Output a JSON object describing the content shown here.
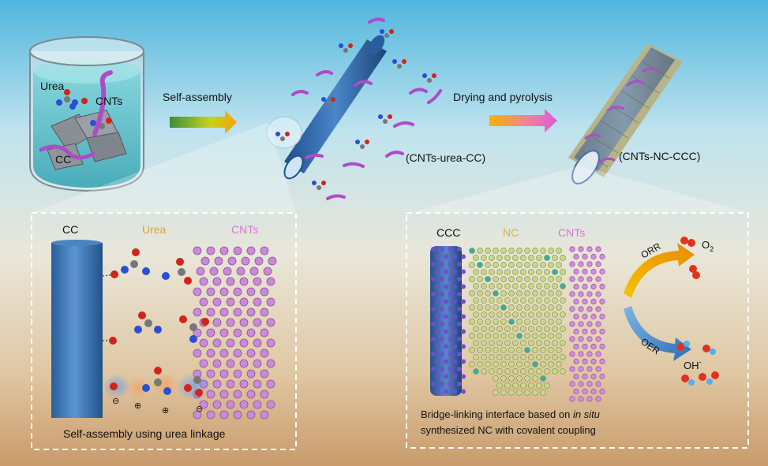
{
  "top": {
    "beaker_labels": {
      "urea": "Urea",
      "cnts": "CNTs",
      "cc": "CC"
    },
    "arrow1_label": "Self-assembly",
    "arrow2_label": "Drying and pyrolysis",
    "product1_label": "(CNTs-urea-CC)",
    "product2_label": "(CNTs-NC-CCC)"
  },
  "left_panel": {
    "cc_label": "CC",
    "urea_label": "Urea",
    "cnts_label": "CNTs",
    "caption": "Self-assembly using urea linkage",
    "charge_minus": "⊖",
    "charge_plus": "⊕"
  },
  "right_panel": {
    "ccc_label": "CCC",
    "nc_label": "NC",
    "cnts_label": "CNTs",
    "orr_label": "ORR",
    "oer_label": "OER",
    "o2_label": "O",
    "o2_sub": "2",
    "oh_label": "OH",
    "oh_sup": "-",
    "caption_line1_a": "Bridge-linking interface based on ",
    "caption_line1_b": "in situ",
    "caption_line2": "synthesized NC with covalent coupling"
  },
  "colors": {
    "cc_blue": "#3a74b8",
    "cnt_pink": "#c98ad8",
    "nc_green": "#c9d98a",
    "urea_label": "#d9a33a",
    "nc_label": "#d9b23a",
    "pink_label": "#d676d9",
    "orr_arrow": "#f0b400",
    "oer_arrow": "#3f86c8"
  }
}
